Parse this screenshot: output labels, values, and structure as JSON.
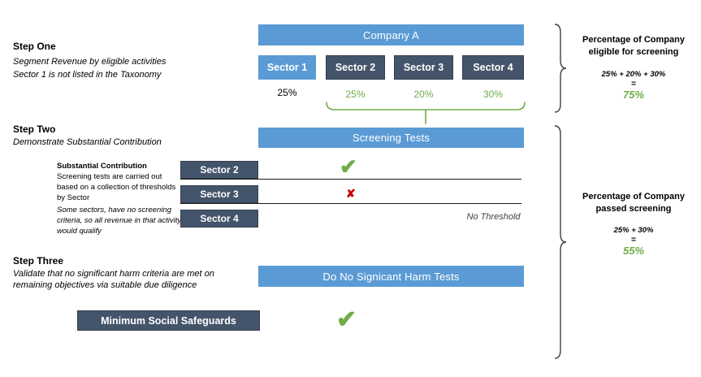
{
  "colors": {
    "light_blue": "#5B9BD5",
    "dark_navy": "#44546A",
    "green": "#70AD47",
    "red": "#C00000"
  },
  "company_bar": "Company A",
  "step_one": {
    "title": "Step One",
    "line1": "Segment Revenue by eligible activities",
    "line2": "Sector 1 is not listed in the Taxonomy"
  },
  "sectors": [
    {
      "label": "Sector 1",
      "pct": "25%"
    },
    {
      "label": "Sector 2",
      "pct": "25%"
    },
    {
      "label": "Sector 3",
      "pct": "20%"
    },
    {
      "label": "Sector 4",
      "pct": "30%"
    }
  ],
  "right_top": {
    "title": "Percentage of Company eligible for screening",
    "formula": "25% + 20% + 30%",
    "equals": "=",
    "result": "75%"
  },
  "step_two": {
    "title": "Step Two",
    "subtitle": "Demonstrate Substantial Contribution",
    "bar": "Screening Tests",
    "note_title": "Substantial Contribution",
    "note_body": "Screening tests are carried out based on a  collection of thresholds by Sector",
    "note_italic": "Some sectors, have no screening criteria, so all revenue in that activity would qualify",
    "rows": [
      {
        "label": "Sector 2"
      },
      {
        "label": "Sector 3"
      },
      {
        "label": "Sector 4"
      }
    ],
    "no_threshold": "No Threshold"
  },
  "right_bottom": {
    "title": "Percentage of Company passed screening",
    "formula": "25% + 30%",
    "equals": "=",
    "result": "55%"
  },
  "step_three": {
    "title": "Step Three",
    "subtitle": "Validate that no significant harm criteria are met on remaining objectives via suitable due diligence",
    "bar": "Do No Signicant Harm Tests",
    "safeguards": "Minimum Social Safeguards"
  },
  "icons": {
    "check": "✔",
    "cross": "✘"
  }
}
